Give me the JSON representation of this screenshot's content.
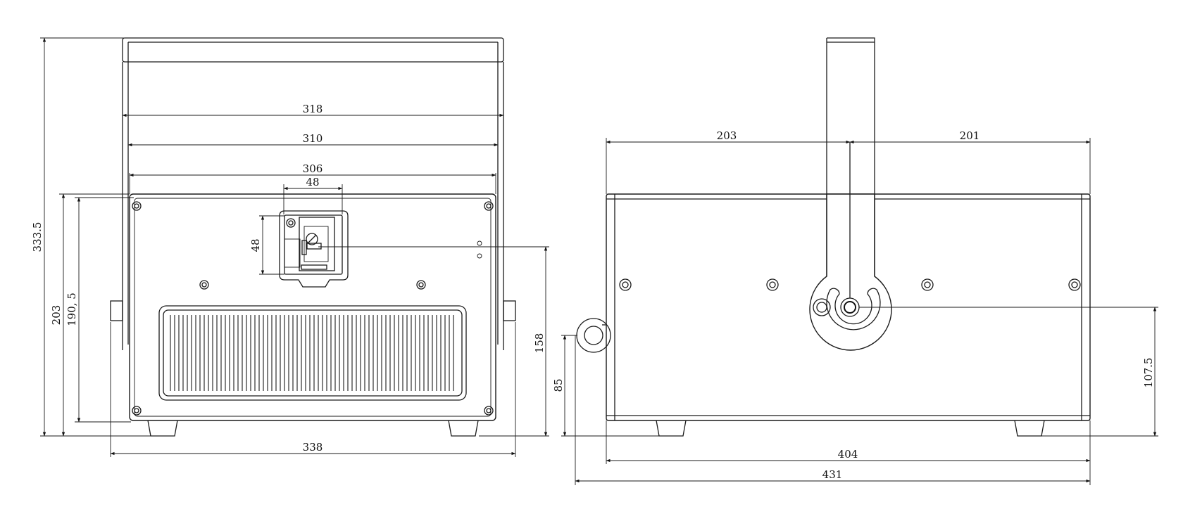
{
  "front_view": {
    "dimensions": {
      "overall_height": "333.5",
      "body_height": "203",
      "mount_height": "190, 5",
      "handle_width": "318",
      "top_width": "310",
      "panel_width": "306",
      "connector_width": "48",
      "connector_height": "48",
      "connector_center_height": "158",
      "base_width": "338"
    }
  },
  "side_view": {
    "dimensions": {
      "front_to_handle": "203",
      "handle_to_back": "201",
      "knob_height": "85",
      "pivot_height": "107.5",
      "body_length": "404",
      "overall_length": "431"
    }
  }
}
